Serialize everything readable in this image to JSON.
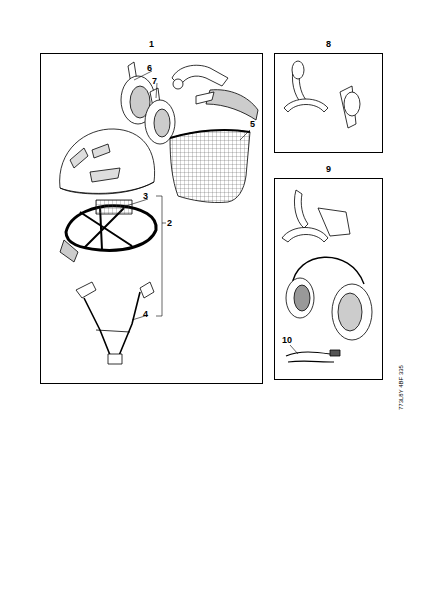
{
  "diagram": {
    "nodes": [
      {
        "text": [
          "1"
        ]
      },
      {
        "text": [
          "8"
        ]
      },
      {
        "text": [
          "9"
        ]
      }
    ],
    "labels": [
      "6",
      "7",
      "5",
      "3",
      "2",
      "4",
      "10",
      "773L8Y 4BF 335"
    ]
  }
}
